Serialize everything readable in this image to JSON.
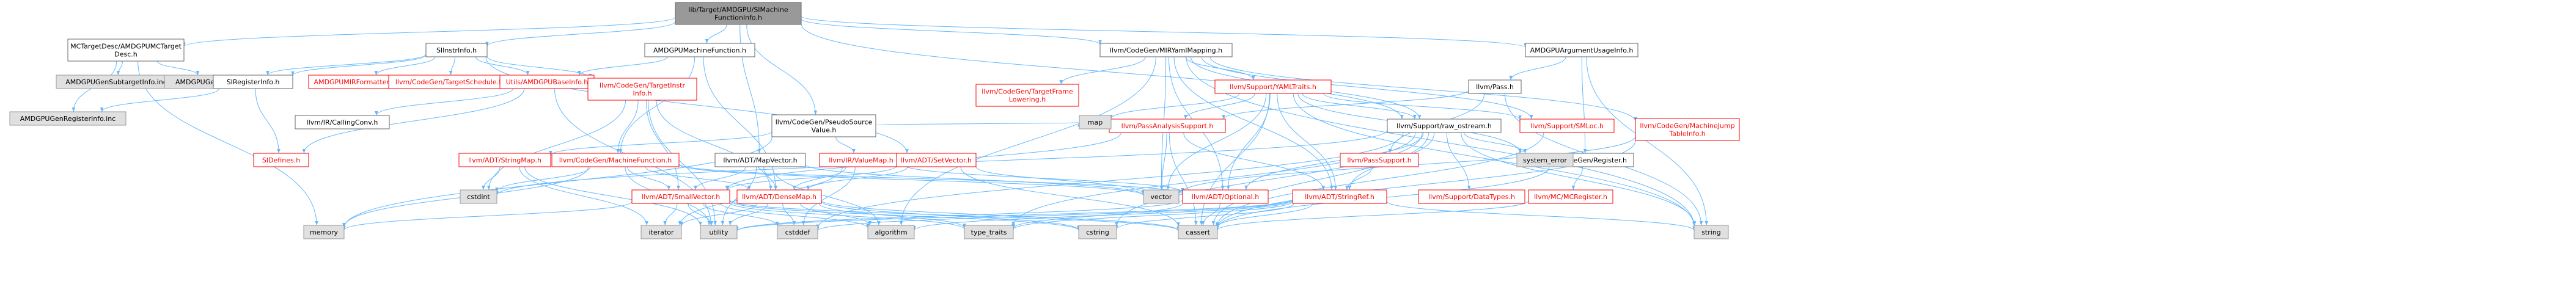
{
  "colors": {
    "edge": "#63b8ff",
    "root_fill": "#999999",
    "root_text": "#000000",
    "linked_stroke": "#666666",
    "linked_text": "#000000",
    "missing_stroke": "#ff0000",
    "missing_text": "#ff0000",
    "system_fill": "#e0e0e0",
    "system_stroke": "#999999",
    "system_text": "#000000",
    "node_fill": "#ffffff"
  },
  "nodes": [
    {
      "id": "root",
      "kind": "root",
      "lines": [
        "lib/Target/AMDGPU/SIMachine",
        "FunctionInfo.h"
      ]
    },
    {
      "id": "mctargetdesc",
      "kind": "linked",
      "lines": [
        "MCTargetDesc/AMDGPUMCTarget",
        "Desc.h"
      ]
    },
    {
      "id": "siinstrinfo",
      "kind": "linked",
      "lines": [
        "SIInstrInfo.h"
      ]
    },
    {
      "id": "amdgpumachinefunction",
      "kind": "linked",
      "lines": [
        "AMDGPUMachineFunction.h"
      ]
    },
    {
      "id": "pseudosourcevalue",
      "kind": "linked",
      "lines": [
        "llvm/CodeGen/PseudoSource",
        "Value.h"
      ]
    },
    {
      "id": "mirymlmapping",
      "kind": "linked",
      "lines": [
        "llvm/CodeGen/MIRYamlMapping.h"
      ]
    },
    {
      "id": "argusageinfo",
      "kind": "linked",
      "lines": [
        "AMDGPUArgumentUsageInfo.h"
      ]
    },
    {
      "id": "genregisterinfo",
      "kind": "system",
      "lines": [
        "AMDGPUGenRegisterInfo.inc"
      ]
    },
    {
      "id": "gensubtargetinfo",
      "kind": "system",
      "lines": [
        "AMDGPUGenSubtargetInfo.inc"
      ]
    },
    {
      "id": "geninstrinfo",
      "kind": "system",
      "lines": [
        "AMDGPUGenInstrInfo.inc"
      ]
    },
    {
      "id": "siregisterinfo",
      "kind": "linked",
      "lines": [
        "SIRegisterInfo.h"
      ]
    },
    {
      "id": "mirformatter",
      "kind": "missing",
      "lines": [
        "AMDGPUMIRFormatter.h"
      ]
    },
    {
      "id": "targetschedule",
      "kind": "missing",
      "lines": [
        "llvm/CodeGen/TargetSchedule.h"
      ]
    },
    {
      "id": "amdgpubaseinfo",
      "kind": "missing",
      "lines": [
        "Utils/AMDGPUBaseInfo.h"
      ]
    },
    {
      "id": "targetinstrinfo",
      "kind": "missing",
      "lines": [
        "llvm/CodeGen/TargetInstr",
        "Info.h"
      ]
    },
    {
      "id": "sidefines",
      "kind": "missing",
      "lines": [
        "SIDefines.h"
      ]
    },
    {
      "id": "callingconv",
      "kind": "linked",
      "lines": [
        "llvm/IR/CallingConv.h"
      ]
    },
    {
      "id": "stringmap",
      "kind": "missing",
      "lines": [
        "llvm/ADT/StringMap.h"
      ]
    },
    {
      "id": "machinefunction",
      "kind": "missing",
      "lines": [
        "llvm/CodeGen/MachineFunction.h"
      ]
    },
    {
      "id": "mapvector",
      "kind": "linked",
      "lines": [
        "llvm/ADT/MapVector.h"
      ]
    },
    {
      "id": "valuemap",
      "kind": "missing",
      "lines": [
        "llvm/IR/ValueMap.h"
      ]
    },
    {
      "id": "setvector",
      "kind": "missing",
      "lines": [
        "llvm/ADT/SetVector.h"
      ]
    },
    {
      "id": "targetframelowering",
      "kind": "missing",
      "lines": [
        "llvm/CodeGen/TargetFrame",
        "Lowering.h"
      ]
    },
    {
      "id": "yamltraits",
      "kind": "missing",
      "lines": [
        "llvm/Support/YAMLTraits.h"
      ]
    },
    {
      "id": "passanalysissupport",
      "kind": "missing",
      "lines": [
        "llvm/PassAnalysisSupport.h"
      ]
    },
    {
      "id": "passsupport",
      "kind": "missing",
      "lines": [
        "llvm/PassSupport.h"
      ]
    },
    {
      "id": "rawostream",
      "kind": "linked",
      "lines": [
        "llvm/Support/raw_ostream.h"
      ]
    },
    {
      "id": "smloc",
      "kind": "missing",
      "lines": [
        "llvm/Support/SMLoc.h"
      ]
    },
    {
      "id": "jumptableinfo",
      "kind": "missing",
      "lines": [
        "llvm/CodeGen/MachineJump",
        "TableInfo.h"
      ]
    },
    {
      "id": "pass",
      "kind": "linked",
      "lines": [
        "llvm/Pass.h"
      ]
    },
    {
      "id": "codegenregister",
      "kind": "linked",
      "lines": [
        "llvm/CodeGen/Register.h"
      ]
    },
    {
      "id": "mcregister",
      "kind": "missing",
      "lines": [
        "llvm/MC/MCRegister.h"
      ]
    },
    {
      "id": "cstdint",
      "kind": "system",
      "lines": [
        "cstdint"
      ]
    },
    {
      "id": "map",
      "kind": "system",
      "lines": [
        "map"
      ]
    },
    {
      "id": "vector",
      "kind": "system",
      "lines": [
        "vector"
      ]
    },
    {
      "id": "smallvector",
      "kind": "missing",
      "lines": [
        "llvm/ADT/SmallVector.h"
      ]
    },
    {
      "id": "densemap",
      "kind": "missing",
      "lines": [
        "llvm/ADT/DenseMap.h"
      ]
    },
    {
      "id": "optional",
      "kind": "missing",
      "lines": [
        "llvm/ADT/Optional.h"
      ]
    },
    {
      "id": "stringref",
      "kind": "missing",
      "lines": [
        "llvm/ADT/StringRef.h"
      ]
    },
    {
      "id": "datatypes",
      "kind": "missing",
      "lines": [
        "llvm/Support/DataTypes.h"
      ]
    },
    {
      "id": "systemerror",
      "kind": "system",
      "lines": [
        "system_error"
      ]
    },
    {
      "id": "memory",
      "kind": "system",
      "lines": [
        "memory"
      ]
    },
    {
      "id": "iterator",
      "kind": "system",
      "lines": [
        "iterator"
      ]
    },
    {
      "id": "utility",
      "kind": "system",
      "lines": [
        "utility"
      ]
    },
    {
      "id": "cstddef",
      "kind": "system",
      "lines": [
        "cstddef"
      ]
    },
    {
      "id": "algorithm",
      "kind": "system",
      "lines": [
        "algorithm"
      ]
    },
    {
      "id": "typetraits",
      "kind": "system",
      "lines": [
        "type_traits"
      ]
    },
    {
      "id": "cstring",
      "kind": "system",
      "lines": [
        "cstring"
      ]
    },
    {
      "id": "cassert",
      "kind": "system",
      "lines": [
        "cassert"
      ]
    },
    {
      "id": "string",
      "kind": "system",
      "lines": [
        "string"
      ]
    }
  ],
  "edges": [
    [
      "root",
      "mctargetdesc"
    ],
    [
      "root",
      "siinstrinfo"
    ],
    [
      "root",
      "amdgpumachinefunction"
    ],
    [
      "root",
      "pseudosourcevalue"
    ],
    [
      "root",
      "mirymlmapping"
    ],
    [
      "root",
      "argusageinfo"
    ],
    [
      "root",
      "rawostream"
    ],
    [
      "root",
      "mapvector"
    ],
    [
      "mctargetdesc",
      "genregisterinfo"
    ],
    [
      "mctargetdesc",
      "gensubtargetinfo"
    ],
    [
      "mctargetdesc",
      "geninstrinfo"
    ],
    [
      "mctargetdesc",
      "memory"
    ],
    [
      "siinstrinfo",
      "geninstrinfo"
    ],
    [
      "siinstrinfo",
      "siregisterinfo"
    ],
    [
      "siinstrinfo",
      "mirformatter"
    ],
    [
      "siinstrinfo",
      "targetschedule"
    ],
    [
      "siinstrinfo",
      "amdgpubaseinfo"
    ],
    [
      "siinstrinfo",
      "targetinstrinfo"
    ],
    [
      "siinstrinfo",
      "setvector"
    ],
    [
      "siregisterinfo",
      "genregisterinfo"
    ],
    [
      "siregisterinfo",
      "sidefines"
    ],
    [
      "amdgpubaseinfo",
      "sidefines"
    ],
    [
      "amdgpubaseinfo",
      "callingconv"
    ],
    [
      "amdgpubaseinfo",
      "utility"
    ],
    [
      "amdgpumachinefunction",
      "machinefunction"
    ],
    [
      "amdgpumachinefunction",
      "amdgpubaseinfo"
    ],
    [
      "amdgpumachinefunction",
      "densemap"
    ],
    [
      "targetinstrinfo",
      "machinefunction"
    ],
    [
      "targetinstrinfo",
      "densemap"
    ],
    [
      "targetinstrinfo",
      "smallvector"
    ],
    [
      "targetinstrinfo",
      "utility"
    ],
    [
      "targetinstrinfo",
      "cstdint"
    ],
    [
      "pseudosourcevalue",
      "stringmap"
    ],
    [
      "pseudosourcevalue",
      "valuemap"
    ],
    [
      "pseudosourcevalue",
      "map"
    ],
    [
      "pseudosourcevalue",
      "memory"
    ],
    [
      "valuemap",
      "densemap"
    ],
    [
      "valuemap",
      "optional"
    ],
    [
      "valuemap",
      "iterator"
    ],
    [
      "valuemap",
      "cstddef"
    ],
    [
      "mapvector",
      "smallvector"
    ],
    [
      "mapvector",
      "densemap"
    ],
    [
      "mapvector",
      "vector"
    ],
    [
      "mapvector",
      "utility"
    ],
    [
      "mapvector",
      "algorithm"
    ],
    [
      "setvector",
      "smallvector"
    ],
    [
      "setvector",
      "densemap"
    ],
    [
      "setvector",
      "vector"
    ],
    [
      "setvector",
      "cassert"
    ],
    [
      "mirymlmapping",
      "yamltraits"
    ],
    [
      "mirymlmapping",
      "targetframelowering"
    ],
    [
      "mirymlmapping",
      "smloc"
    ],
    [
      "mirymlmapping",
      "jumptableinfo"
    ],
    [
      "mirymlmapping",
      "rawostream"
    ],
    [
      "mirymlmapping",
      "stringref"
    ],
    [
      "mirymlmapping",
      "optional"
    ],
    [
      "mirymlmapping",
      "vector"
    ],
    [
      "mirymlmapping",
      "algorithm"
    ],
    [
      "mirymlmapping",
      "string"
    ],
    [
      "yamltraits",
      "passanalysissupport"
    ],
    [
      "yamltraits",
      "stringref"
    ],
    [
      "yamltraits",
      "smloc"
    ],
    [
      "yamltraits",
      "rawostream"
    ],
    [
      "yamltraits",
      "map"
    ],
    [
      "yamltraits",
      "vector"
    ],
    [
      "yamltraits",
      "systemerror"
    ],
    [
      "yamltraits",
      "optional"
    ],
    [
      "yamltraits",
      "string"
    ],
    [
      "yamltraits",
      "cassert"
    ],
    [
      "rawostream",
      "datatypes"
    ],
    [
      "rawostream",
      "systemerror"
    ],
    [
      "rawostream",
      "stringref"
    ],
    [
      "rawostream",
      "optional"
    ],
    [
      "rawostream",
      "cassert"
    ],
    [
      "rawostream",
      "cstddef"
    ],
    [
      "rawostream",
      "cstdint"
    ],
    [
      "rawostream",
      "cstring"
    ],
    [
      "rawostream",
      "string"
    ],
    [
      "rawostream",
      "typetraits"
    ],
    [
      "argusageinfo",
      "pass"
    ],
    [
      "argusageinfo",
      "codegenregister"
    ],
    [
      "argusageinfo",
      "string"
    ],
    [
      "pass",
      "passanalysissupport"
    ],
    [
      "pass",
      "passsupport"
    ],
    [
      "pass",
      "string"
    ],
    [
      "passsupport",
      "stringref"
    ],
    [
      "passanalysissupport",
      "smallvector"
    ],
    [
      "passanalysissupport",
      "stringref"
    ],
    [
      "passanalysissupport",
      "vector"
    ],
    [
      "passanalysissupport",
      "cassert"
    ],
    [
      "codegenregister",
      "mcregister"
    ],
    [
      "codegenregister",
      "cassert"
    ],
    [
      "mcregister",
      "cassert"
    ],
    [
      "smloc",
      "cassert"
    ],
    [
      "jumptableinfo",
      "vector"
    ],
    [
      "jumptableinfo",
      "cassert"
    ],
    [
      "machinefunction",
      "densemap"
    ],
    [
      "machinefunction",
      "smallvector"
    ],
    [
      "machinefunction",
      "optional"
    ],
    [
      "machinefunction",
      "cstdint"
    ],
    [
      "machinefunction",
      "memory"
    ],
    [
      "machinefunction",
      "utility"
    ],
    [
      "machinefunction",
      "vector"
    ],
    [
      "smallvector",
      "iterator"
    ],
    [
      "smallvector",
      "utility"
    ],
    [
      "smallvector",
      "cstddef"
    ],
    [
      "smallvector",
      "algorithm"
    ],
    [
      "smallvector",
      "memory"
    ],
    [
      "smallvector",
      "cassert"
    ],
    [
      "smallvector",
      "cstring"
    ],
    [
      "smallvector",
      "typetraits"
    ],
    [
      "densemap",
      "algorithm"
    ],
    [
      "densemap",
      "cassert"
    ],
    [
      "densemap",
      "cstddef"
    ],
    [
      "densemap",
      "iterator"
    ],
    [
      "densemap",
      "typetraits"
    ],
    [
      "densemap",
      "utility"
    ],
    [
      "densemap",
      "cstring"
    ],
    [
      "optional",
      "utility"
    ],
    [
      "optional",
      "cassert"
    ],
    [
      "optional",
      "typetraits"
    ],
    [
      "stringref",
      "algorithm"
    ],
    [
      "stringref",
      "cassert"
    ],
    [
      "stringref",
      "cstddef"
    ],
    [
      "stringref",
      "cstring"
    ],
    [
      "stringref",
      "string"
    ],
    [
      "stringref",
      "typetraits"
    ],
    [
      "stringref",
      "utility"
    ],
    [
      "stringmap",
      "iterator"
    ],
    [
      "stringmap",
      "utility"
    ],
    [
      "stringmap",
      "cstdint"
    ]
  ]
}
